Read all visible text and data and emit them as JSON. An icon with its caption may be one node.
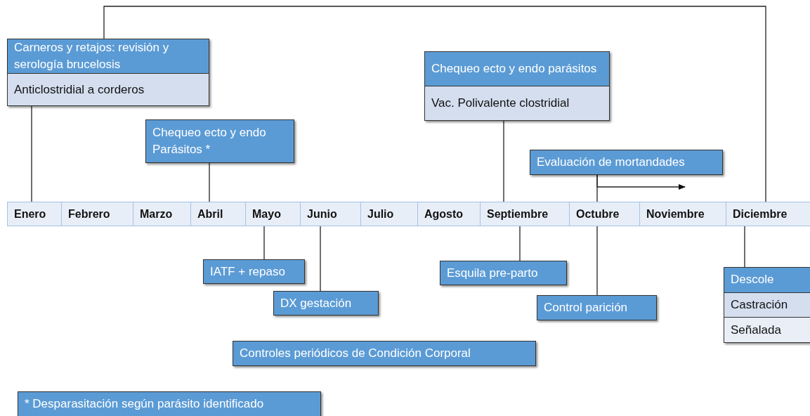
{
  "diagram": {
    "nodes": [
      {
        "text": [
          "Carneros y retajos: revisión y serología brucelosis",
          "Anticlostridial a corderos"
        ]
      },
      {
        "text": [
          "Chequeo ecto y endo Parásitos *"
        ]
      },
      {
        "text": [
          "Chequeo ecto y endo parásitos",
          "Vac. Polivalente clostridial"
        ]
      },
      {
        "text": [
          "Evaluación de mortandades"
        ]
      },
      {
        "text": [
          "Enero"
        ]
      },
      {
        "text": [
          "Febrero"
        ]
      },
      {
        "text": [
          "Marzo"
        ]
      },
      {
        "text": [
          "Abril"
        ]
      },
      {
        "text": [
          "Mayo"
        ]
      },
      {
        "text": [
          "Junio"
        ]
      },
      {
        "text": [
          "Julio"
        ]
      },
      {
        "text": [
          "Agosto"
        ]
      },
      {
        "text": [
          "Septiembre"
        ]
      },
      {
        "text": [
          "Octubre"
        ]
      },
      {
        "text": [
          "Noviembre"
        ]
      },
      {
        "text": [
          "Diciembre"
        ]
      },
      {
        "text": [
          "IATF + repaso"
        ]
      },
      {
        "text": [
          "DX gestación"
        ]
      },
      {
        "text": [
          "Esquila pre-parto"
        ]
      },
      {
        "text": [
          "Control parición"
        ]
      },
      {
        "text": [
          "Descole",
          "Castración",
          "Señalada"
        ]
      },
      {
        "text": [
          "Controles periódicos de Condición Corporal"
        ]
      },
      {
        "text": [
          "* Desparasitación según parásito identificado"
        ]
      }
    ],
    "edges": [
      {
        "from": 0,
        "to": 4,
        "arrow": "none"
      },
      {
        "from": 15,
        "to": 0,
        "arrow": "none"
      },
      {
        "from": 1,
        "to": 7,
        "arrow": "none"
      },
      {
        "from": 2,
        "to": 12,
        "arrow": "none"
      },
      {
        "from": 3,
        "to": 13,
        "arrow": "none"
      },
      {
        "from": 3,
        "to": null,
        "arrow": "to"
      },
      {
        "from": 8,
        "to": 16,
        "arrow": "none"
      },
      {
        "from": 9,
        "to": 17,
        "arrow": "none"
      },
      {
        "from": 12,
        "to": 18,
        "arrow": "none"
      },
      {
        "from": 13,
        "to": 19,
        "arrow": "none"
      },
      {
        "from": 15,
        "to": 20,
        "arrow": "none"
      }
    ]
  }
}
